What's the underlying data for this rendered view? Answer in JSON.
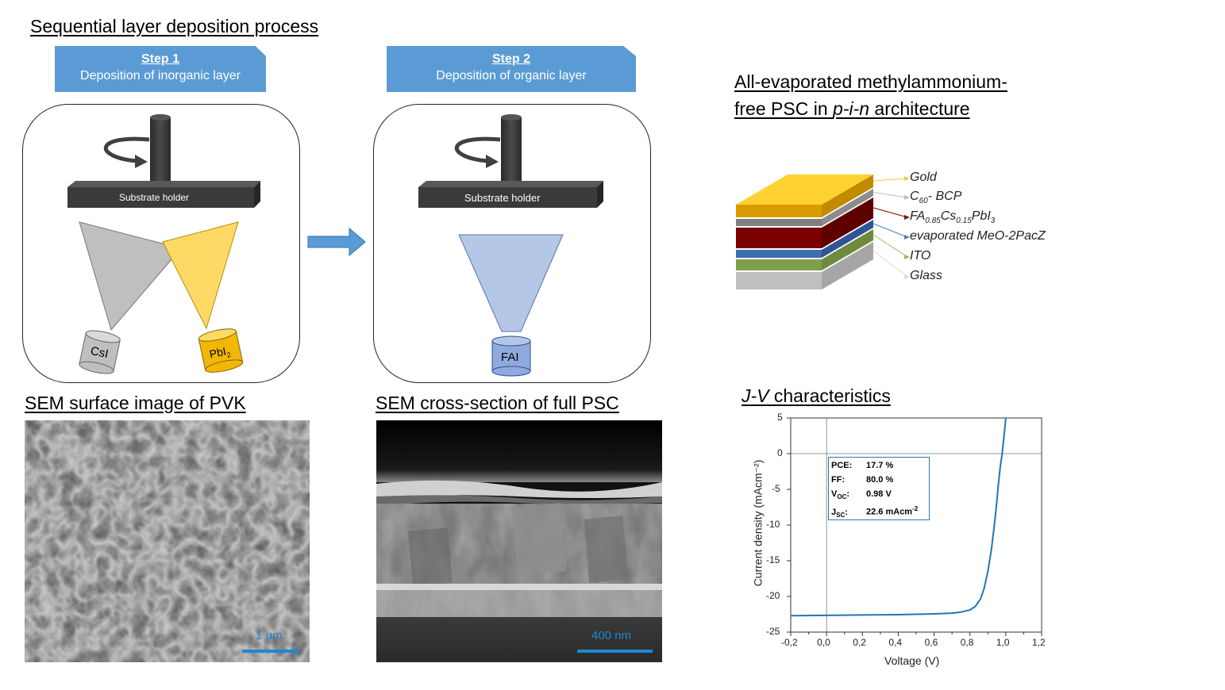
{
  "headings": {
    "process": "Sequential layer deposition process",
    "device_line1": "All-evaporated methylammonium-",
    "device_line2_pre": "free PSC in ",
    "device_line2_em": "p-i-n",
    "device_line2_post": " architecture",
    "sem_surface": "SEM surface image of PVK",
    "sem_cross": "SEM cross-section of full PSC",
    "jv_em": "J-V",
    "jv_rest": " characteristics"
  },
  "step1": {
    "title": "Step 1",
    "subtitle": "Deposition of inorganic layer",
    "holder_label": "Substrate holder",
    "source_a": "CsI",
    "source_b": "PbI",
    "source_b_sub": "2"
  },
  "step2": {
    "title": "Step 2",
    "subtitle": "Deposition of organic layer",
    "holder_label": "Substrate holder",
    "source": "FAI"
  },
  "stack": {
    "layers": [
      {
        "id": "gold",
        "parts": [
          [
            "Gold",
            ""
          ]
        ],
        "color": "#f4c842"
      },
      {
        "id": "c60",
        "parts": [
          [
            "C",
            ""
          ],
          [
            "60",
            "sub"
          ],
          [
            "- BCP",
            ""
          ]
        ],
        "color": "#bfbfbf"
      },
      {
        "id": "perovskite",
        "parts": [
          [
            "FA",
            ""
          ],
          [
            "0.85",
            "sub"
          ],
          [
            "Cs",
            ""
          ],
          [
            "0.15",
            "sub"
          ],
          [
            "PbI",
            ""
          ],
          [
            "3",
            "sub"
          ]
        ],
        "color": "#8b0000"
      },
      {
        "id": "meo",
        "parts": [
          [
            "evaporated MeO-2PacZ",
            ""
          ]
        ],
        "color": "#4f81bd"
      },
      {
        "id": "ito",
        "parts": [
          [
            "ITO",
            ""
          ]
        ],
        "color": "#9bbb59"
      },
      {
        "id": "glass",
        "parts": [
          [
            "Glass",
            ""
          ]
        ],
        "color": "#d9d9d9"
      }
    ]
  },
  "sem": {
    "surface_scale": "1 μm",
    "cross_scale": "400 nm"
  },
  "colors": {
    "accent_blue": "#5b9bd5",
    "curve_blue": "#1f77b4",
    "pbi2_yellow": "#ffd966",
    "csi_gray": "#bfbfbf",
    "fai_blue": "#b4c7e7"
  },
  "chart_data": {
    "type": "line",
    "title": "J-V characteristics",
    "xlabel": "Voltage (V)",
    "ylabel": "Current density (mAcm⁻²)",
    "xlim": [
      -0.2,
      1.2
    ],
    "ylim": [
      -25,
      5
    ],
    "x_ticks": [
      "-0,2",
      "0,0",
      "0,2",
      "0,4",
      "0,6",
      "0,8",
      "1,0",
      "1,2"
    ],
    "y_ticks": [
      "5",
      "0",
      "-5",
      "-10",
      "-15",
      "-20",
      "-25"
    ],
    "x_tick_values": [
      -0.2,
      0,
      0.2,
      0.4,
      0.6,
      0.8,
      1.0,
      1.2
    ],
    "y_tick_values": [
      5,
      0,
      -5,
      -10,
      -15,
      -20,
      -25
    ],
    "grid": false,
    "series": [
      {
        "x": [
          -0.2,
          0.0,
          0.2,
          0.4,
          0.5,
          0.6,
          0.7,
          0.75,
          0.8,
          0.83,
          0.86,
          0.88,
          0.9,
          0.92,
          0.94,
          0.95,
          0.96,
          0.97,
          0.98,
          0.99,
          1.0
        ],
        "y": [
          -22.7,
          -22.65,
          -22.6,
          -22.55,
          -22.5,
          -22.45,
          -22.35,
          -22.2,
          -21.9,
          -21.4,
          -20.3,
          -18.8,
          -16.5,
          -13.4,
          -9.2,
          -6.7,
          -4.0,
          -1.7,
          0.0,
          2.4,
          5.0
        ]
      }
    ],
    "metrics": [
      {
        "key": "PCE:",
        "value": "17.7 %"
      },
      {
        "key": "FF:",
        "value": "80.0 %"
      },
      {
        "key": "V",
        "key_sub": "OC",
        "key_end": ":",
        "value": "0.98 V"
      },
      {
        "key": "J",
        "key_sub": "SC",
        "key_end": ":",
        "value": "22.6 mAcm",
        "value_sup": "-2"
      }
    ]
  }
}
